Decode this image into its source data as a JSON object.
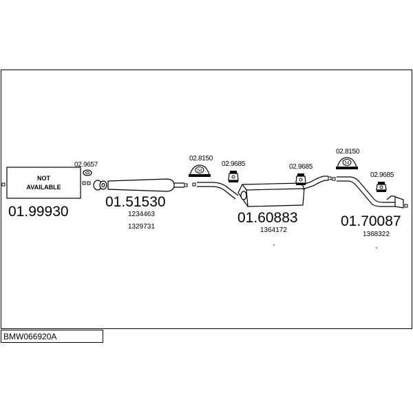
{
  "reference": "BMW066920A",
  "not_available": {
    "line1": "NOT",
    "line2": "AVAILABLE"
  },
  "sections": {
    "front": {
      "part_number": "01.99930"
    },
    "pipe": {
      "part_number": "01.51530",
      "oe_numbers": [
        "1234463",
        "1329731"
      ]
    },
    "middle": {
      "part_number": "01.60883",
      "oe_numbers": [
        "1364172"
      ]
    },
    "rear": {
      "part_number": "01.70087",
      "oe_numbers": [
        "1368322"
      ]
    }
  },
  "accessories": {
    "gasket": "02.9657",
    "mount_1": "02.8150",
    "hanger_1": "02.9685",
    "hanger_2": "02.9685",
    "mount_2": "02.8150",
    "hanger_3": "02.9685"
  },
  "mount_badge": "54"
}
